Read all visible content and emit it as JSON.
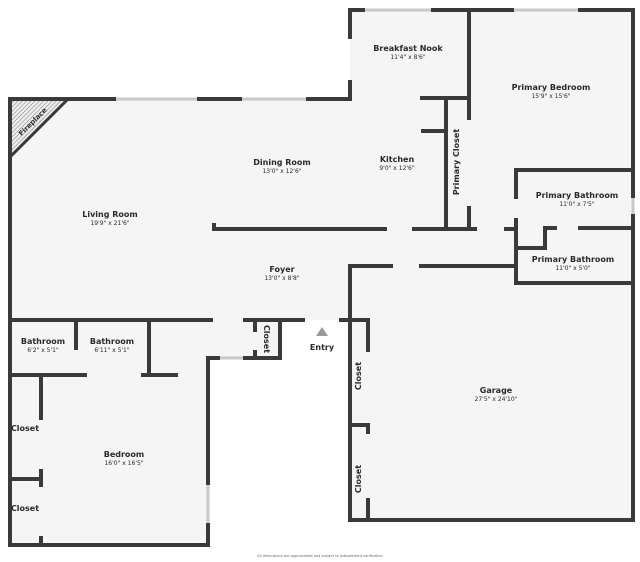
{
  "plan": {
    "rooms": [
      {
        "id": "breakfast-nook",
        "name": "Breakfast Nook",
        "dims": "11'4\" x 8'6\""
      },
      {
        "id": "primary-bedroom",
        "name": "Primary Bedroom",
        "dims": "15'9\" x 15'6\""
      },
      {
        "id": "dining-room",
        "name": "Dining Room",
        "dims": "13'0\" x 12'6\""
      },
      {
        "id": "kitchen",
        "name": "Kitchen",
        "dims": "9'0\" x 12'6\""
      },
      {
        "id": "primary-closet",
        "name": "Primary Closet"
      },
      {
        "id": "primary-bathroom-1",
        "name": "Primary Bathroom",
        "dims": "11'0\" x 7'5\""
      },
      {
        "id": "living-room",
        "name": "Living Room",
        "dims": "19'9\" x 21'6\""
      },
      {
        "id": "primary-bathroom-2",
        "name": "Primary Bathroom",
        "dims": "11'0\" x 5'0\""
      },
      {
        "id": "foyer",
        "name": "Foyer",
        "dims": "13'0\" x 8'8\""
      },
      {
        "id": "bathroom-1",
        "name": "Bathroom",
        "dims": "6'2\" x 5'1\""
      },
      {
        "id": "bathroom-2",
        "name": "Bathroom",
        "dims": "6'11\" x 5'1\""
      },
      {
        "id": "closet-entry",
        "name": "Closet"
      },
      {
        "id": "entry",
        "name": "Entry"
      },
      {
        "id": "garage",
        "name": "Garage",
        "dims": "27'5\" x 24'10\""
      },
      {
        "id": "closet-garage-1",
        "name": "Closet"
      },
      {
        "id": "closet-garage-2",
        "name": "Closet"
      },
      {
        "id": "closet-bed-1",
        "name": "Closet"
      },
      {
        "id": "closet-bed-2",
        "name": "Closet"
      },
      {
        "id": "bedroom",
        "name": "Bedroom",
        "dims": "16'0\" x 16'5\""
      }
    ],
    "fireplace_label": "Fireplace",
    "footnote": "All dimensions are approximate and subject to independent verification",
    "colors": {
      "wall": "#3a3a3a",
      "floor": "#f5f5f5",
      "window": "#c8c8c8"
    }
  }
}
